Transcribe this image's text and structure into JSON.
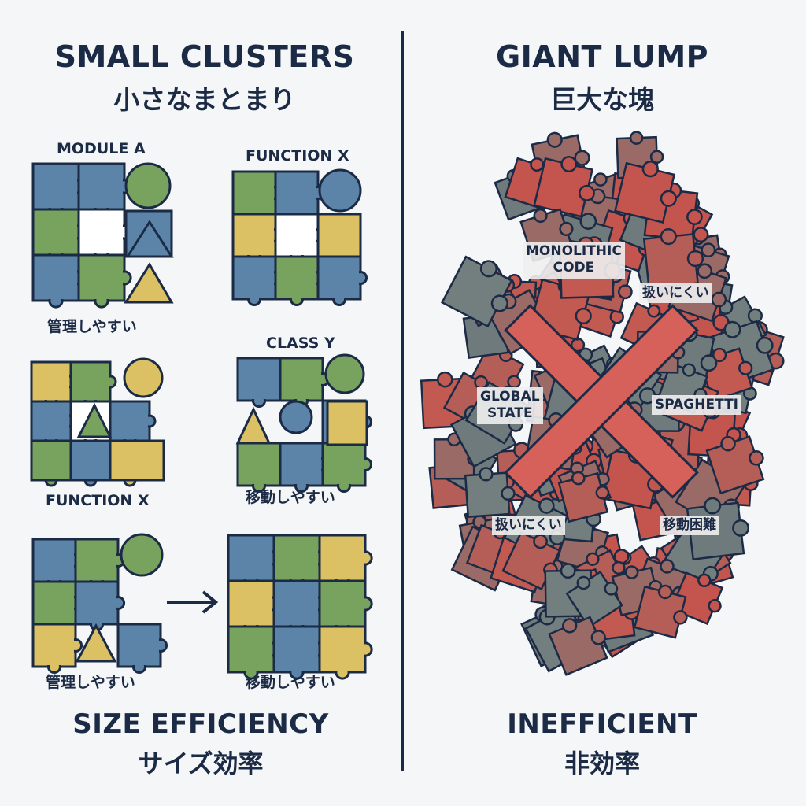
{
  "left": {
    "title": "SMALL CLUSTERS",
    "subtitle": "小さなまとまり",
    "labels": {
      "module_a": "MODULE A",
      "function_x_top": "FUNCTION X",
      "kanri_1": "管理しやすい",
      "class_y": "CLASS Y",
      "function_x_mid": "FUNCTION X",
      "idou_1": "移動しやすい",
      "kanri_2": "管理しやすい",
      "idou_2": "移動しやすい"
    },
    "footer_title": "SIZE EFFICIENCY",
    "footer_subtitle": "サイズ効率"
  },
  "right": {
    "title": "GIANT LUMP",
    "subtitle": "巨大な塊",
    "labels": {
      "monolithic": "MONOLITHIC\nCODE",
      "atsukai_1": "扱いにくい",
      "global_state": "GLOBAL\nSTATE",
      "spaghetti": "SPAGHETTI",
      "atsukai_2": "扱いにくい",
      "idou_konnan": "移動困難"
    },
    "footer_title": "INEFFICIENT",
    "footer_subtitle": "非効率"
  },
  "colors": {
    "blue": "#5b84a8",
    "green": "#78a35f",
    "yellow": "#dcc064",
    "outline": "#1b2a45",
    "red": "#c4544e",
    "gray": "#737f7f",
    "cross": "#d6605a"
  }
}
